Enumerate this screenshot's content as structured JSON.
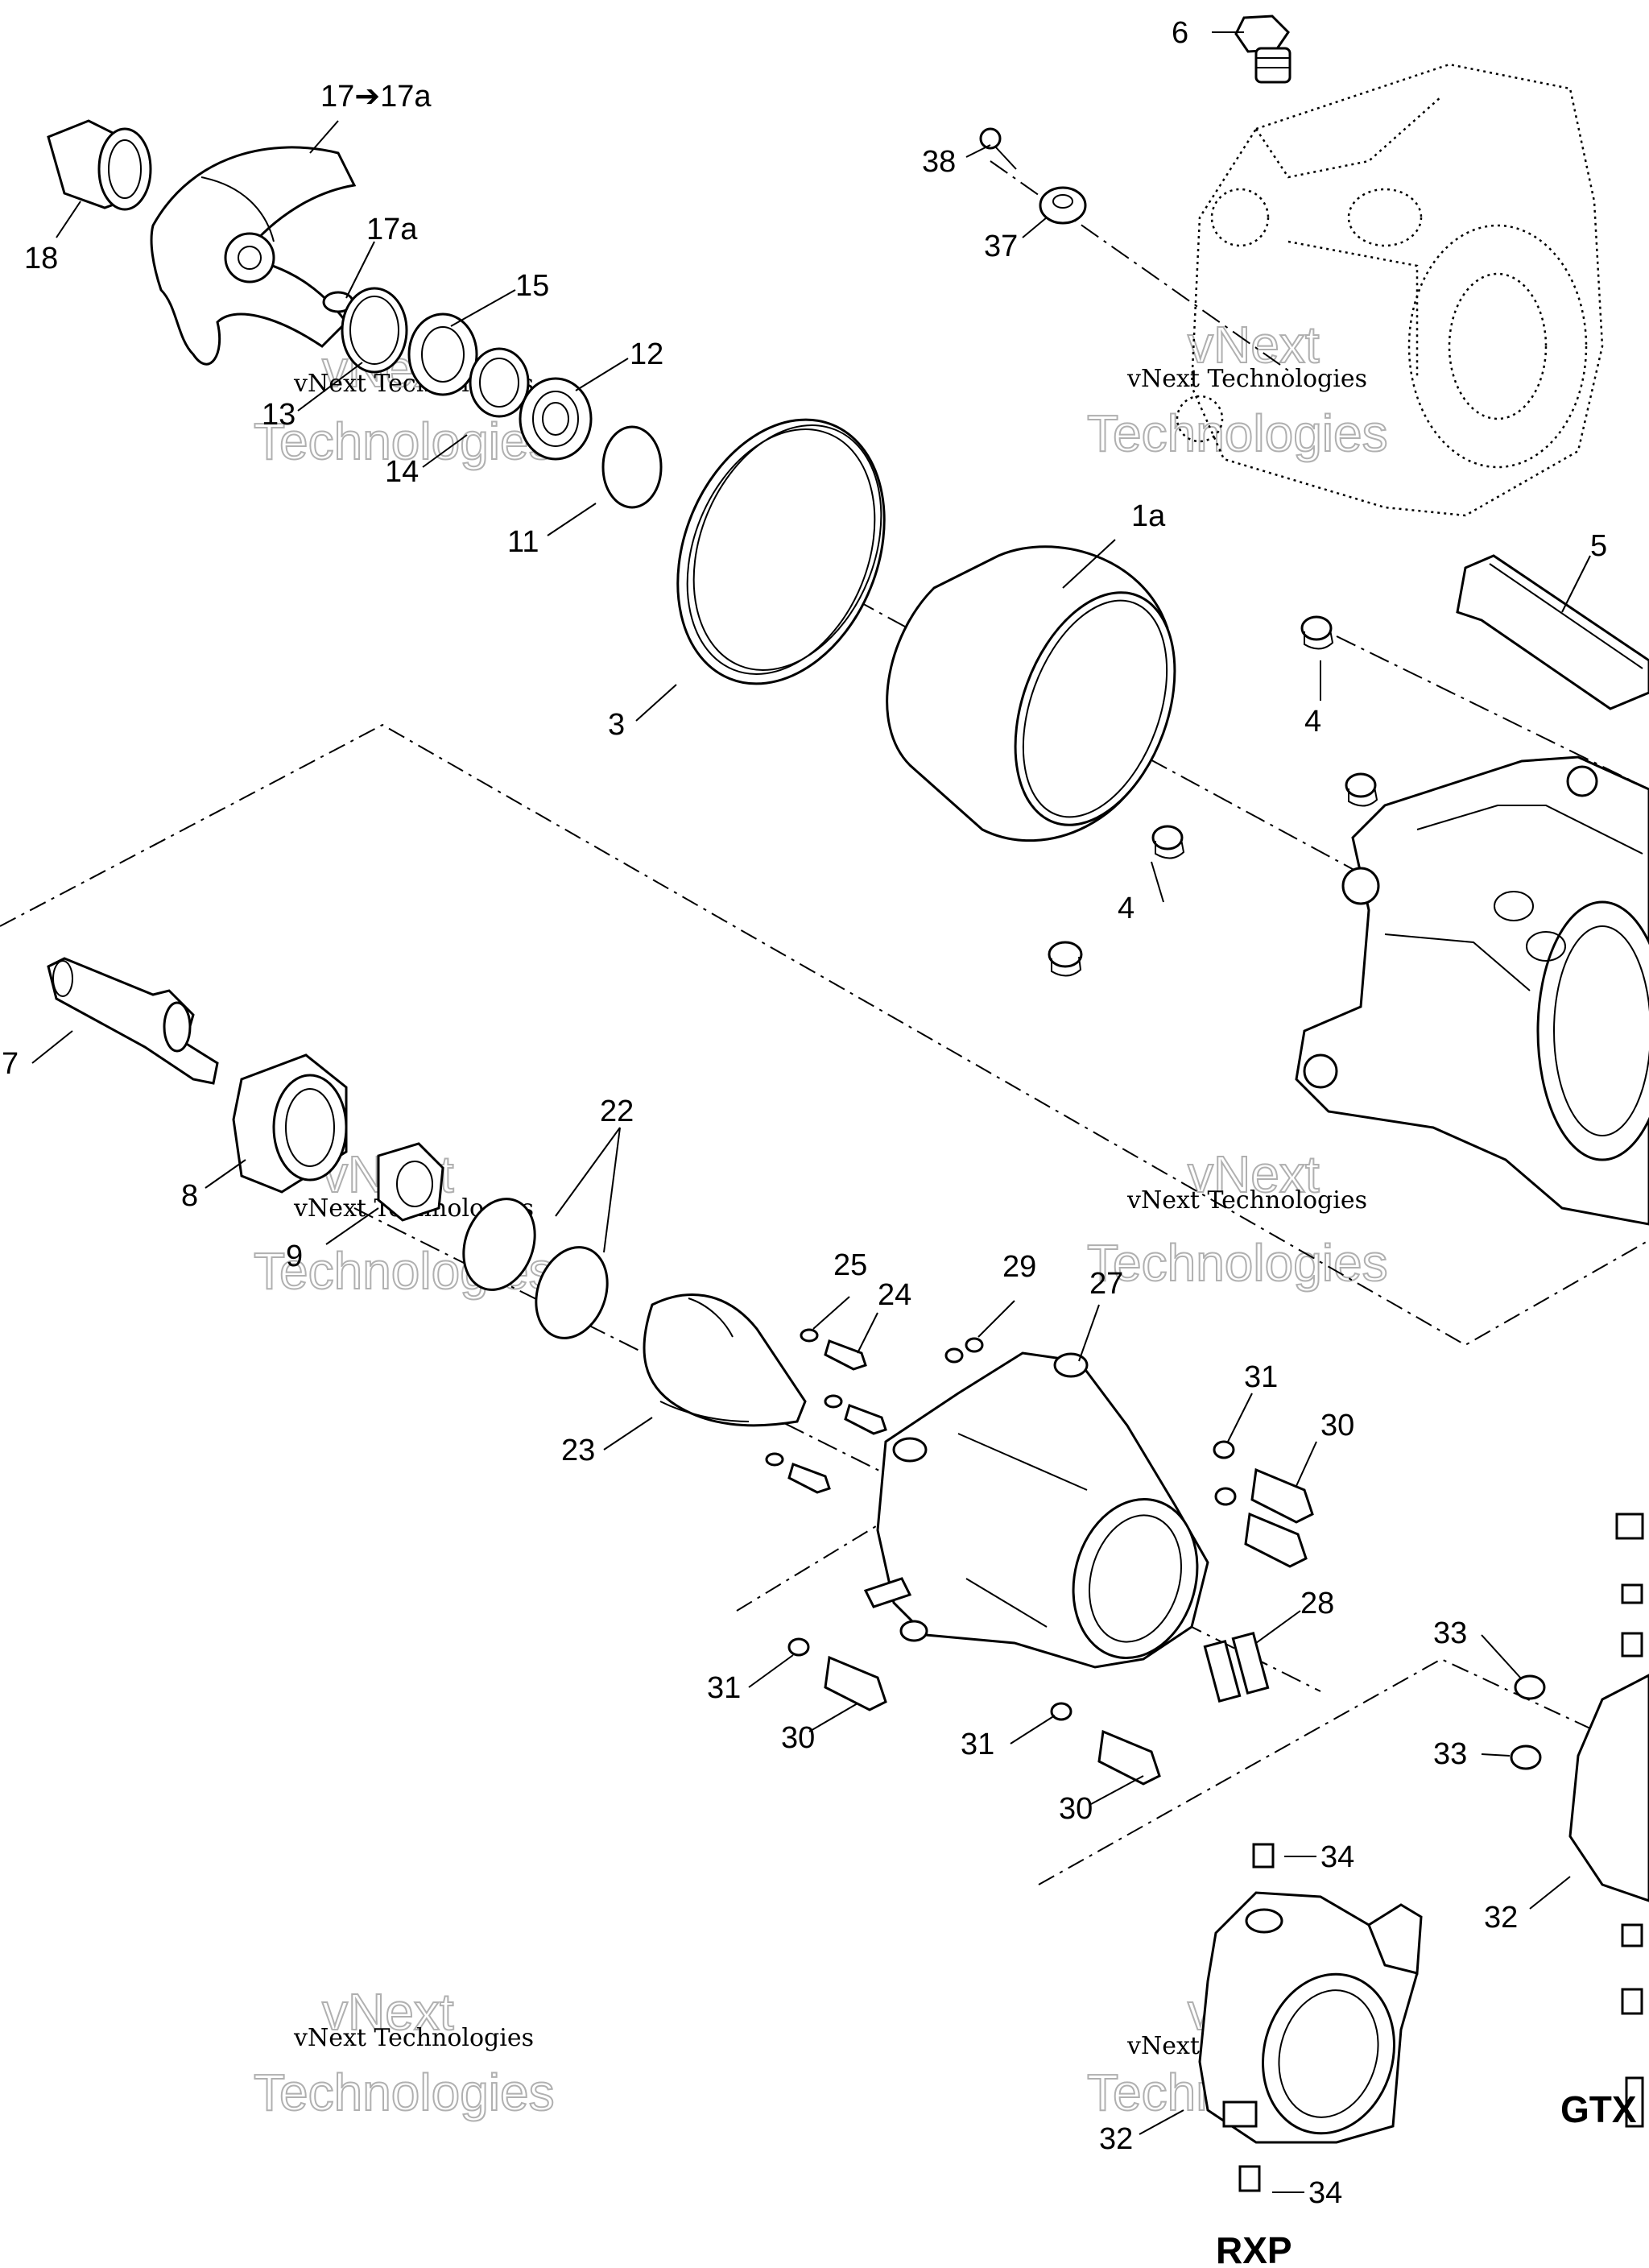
{
  "callouts": {
    "c1": "6",
    "c2": "17➔17a",
    "c3": "38",
    "c4": "18",
    "c5": "37",
    "c6": "17a",
    "c7": "15",
    "c8": "12",
    "c9": "13",
    "c10": "14",
    "c11": "11",
    "c12": "1a",
    "c13": "5",
    "c14": "3",
    "c15": "4",
    "c16": "4",
    "c17": "7",
    "c18": "22",
    "c19": "8",
    "c20": "9",
    "c21": "25",
    "c22": "29",
    "c23": "27",
    "c24": "24",
    "c25": "31",
    "c26": "30",
    "c27": "23",
    "c28": "28",
    "c29": "33",
    "c30": "31",
    "c31": "30",
    "c32": "33",
    "c33": "31",
    "c34": "30",
    "c35": "34",
    "c36": "32",
    "c37": "32",
    "c38": "34"
  },
  "variants": {
    "gtx": "GTX",
    "rxp": "RXP"
  },
  "watermark": {
    "company": "vNext Technologies",
    "v_next": "vNext",
    "technologies": "Technologies"
  }
}
